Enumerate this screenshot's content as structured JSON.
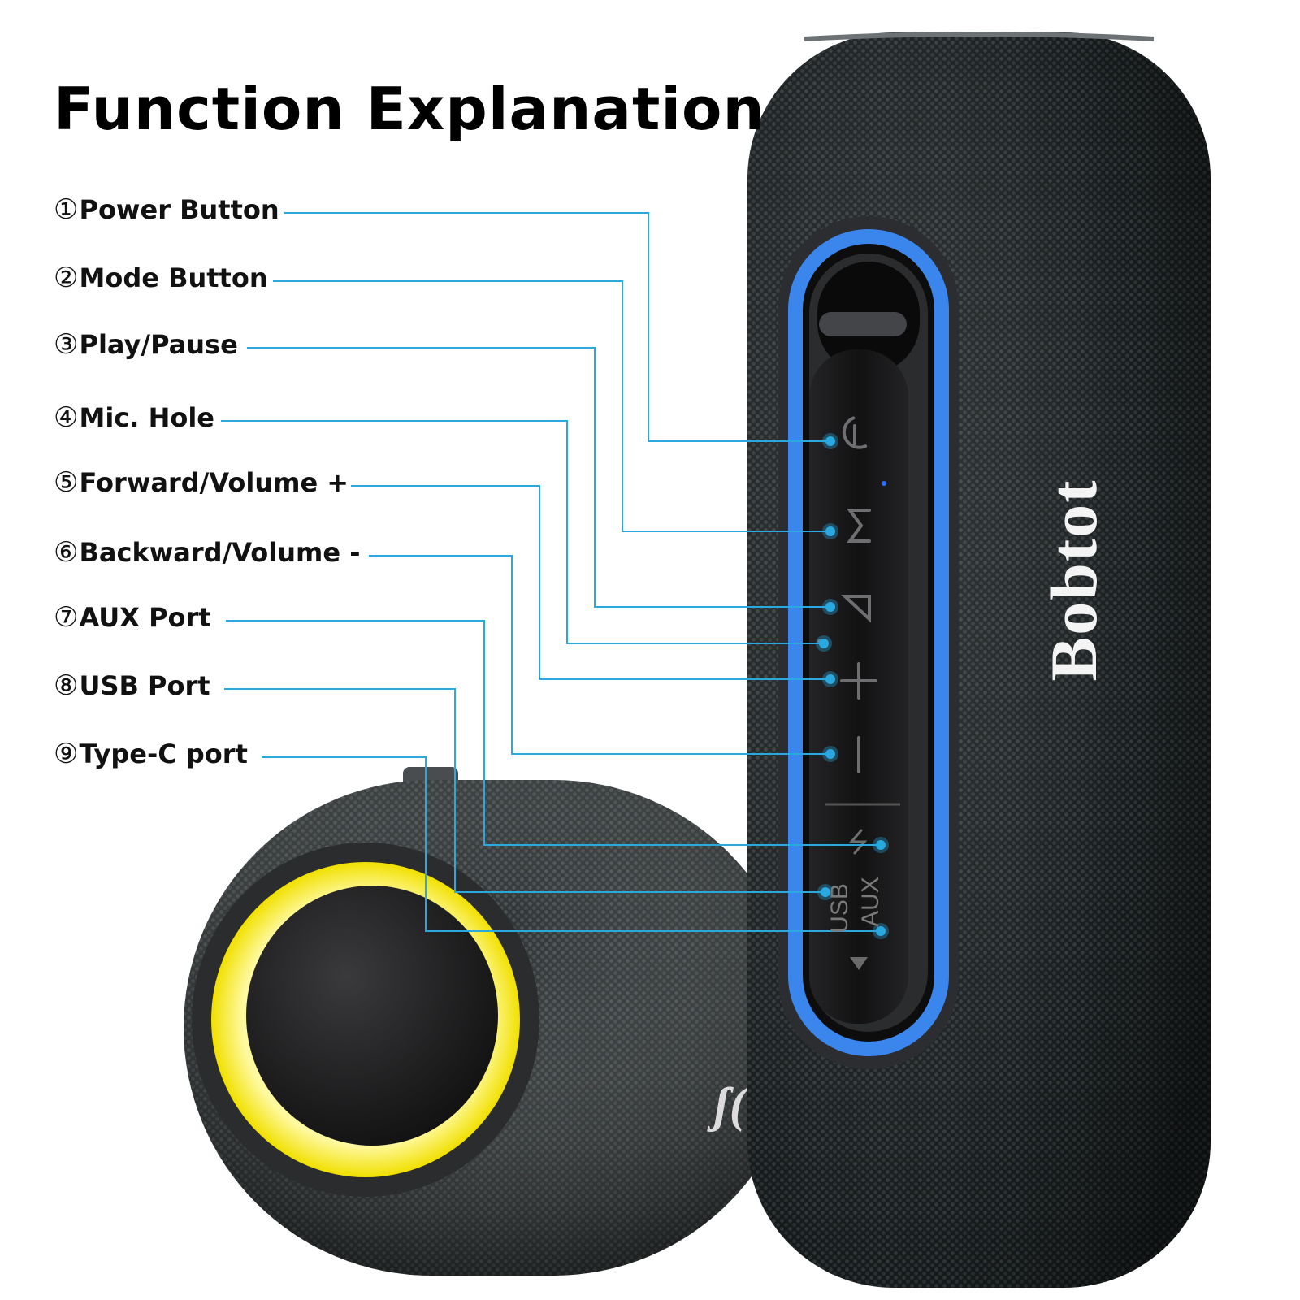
{
  "title": "Function Explanation",
  "brand": "Bobtot",
  "port_labels": {
    "usb": "USB",
    "aux": "AUX"
  },
  "colors": {
    "leader_line": "#29a9e0",
    "light_ring_blue": "#3a8cf0",
    "light_ring_yellow": "#f7e81a",
    "speaker_fabric": "#1e2223"
  },
  "callouts": [
    {
      "num": "①",
      "label": "Power Button"
    },
    {
      "num": "②",
      "label": "Mode Button"
    },
    {
      "num": "③",
      "label": "Play/Pause"
    },
    {
      "num": "④",
      "label": "Mic. Hole"
    },
    {
      "num": "⑤",
      "label": "Forward/Volume +"
    },
    {
      "num": "⑥",
      "label": "Backward/Volume -"
    },
    {
      "num": "⑦",
      "label": "AUX Port"
    },
    {
      "num": "⑧",
      "label": "USB Port"
    },
    {
      "num": "⑨",
      "label": "Type-C port"
    }
  ],
  "icons": {
    "power": "power-icon",
    "mode": "mode-m-icon",
    "play": "play-triangle-icon",
    "plus": "plus-icon",
    "minus": "minus-icon",
    "charge": "lightning-icon"
  }
}
